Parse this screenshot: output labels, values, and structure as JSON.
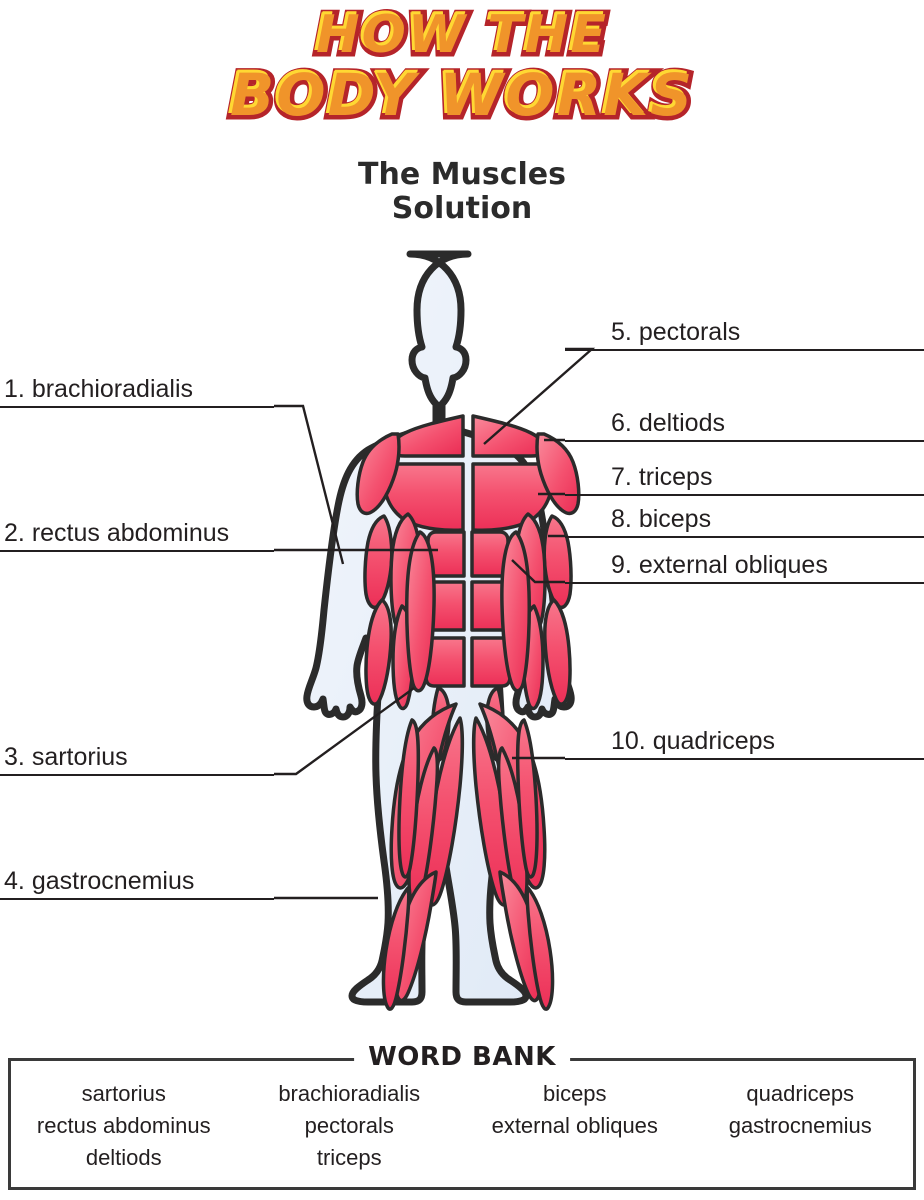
{
  "logo": {
    "line1": "HOW THE",
    "line2": "BODY WORKS",
    "colors": {
      "letter_fill": "#f0942a",
      "letter_highlight": "#ffd833",
      "outline": "#b5242a"
    }
  },
  "title": {
    "line1": "The Muscles",
    "line2": "Solution"
  },
  "answers": {
    "left": [
      {
        "num": "1.",
        "label": "brachioradialis"
      },
      {
        "num": "2.",
        "label": "rectus abdominus"
      },
      {
        "num": "3.",
        "label": "sartorius"
      },
      {
        "num": "4.",
        "label": "gastrocnemius"
      }
    ],
    "right": [
      {
        "num": "5.",
        "label": "pectorals"
      },
      {
        "num": "6.",
        "label": "deltiods"
      },
      {
        "num": "7.",
        "label": "triceps"
      },
      {
        "num": "8.",
        "label": "biceps"
      },
      {
        "num": "9.",
        "label": "external obliques"
      },
      {
        "num": "10.",
        "label": "quadriceps"
      }
    ]
  },
  "figure": {
    "alt": "front view human muscular system diagram",
    "colors": {
      "skin": "#e8eff8",
      "outline": "#2b2b2b",
      "muscle_dark": "#ef3b60",
      "muscle_mid": "#f4516f",
      "muscle_light": "#f8778c"
    }
  },
  "word_bank": {
    "title": "WORD BANK",
    "columns": [
      [
        "sartorius",
        "rectus abdominus",
        "deltiods"
      ],
      [
        "brachioradialis",
        "pectorals",
        "triceps"
      ],
      [
        "biceps",
        "external obliques"
      ],
      [
        "quadriceps",
        "gastrocnemius"
      ]
    ]
  }
}
